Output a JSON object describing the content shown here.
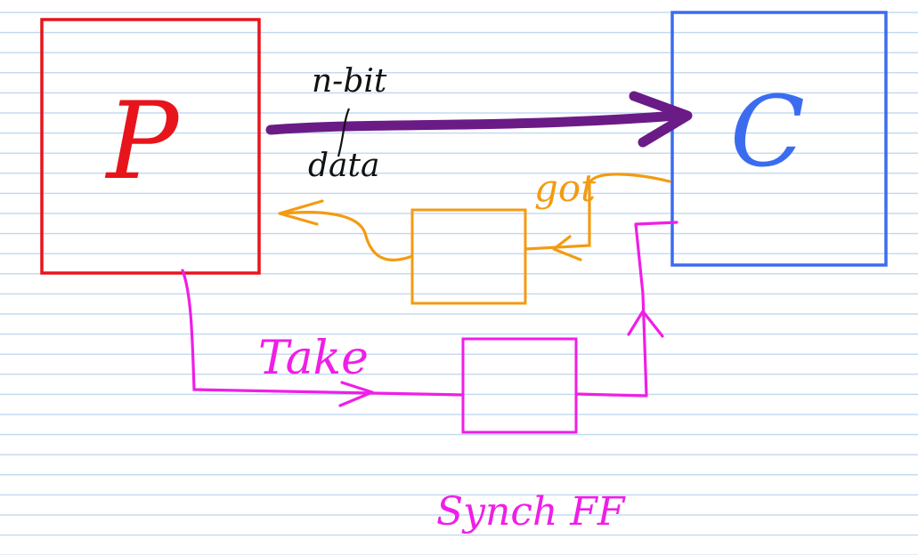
{
  "colors": {
    "ruled_line": "#b9d3ec",
    "producer": "#e8141b",
    "consumer": "#3b6cf0",
    "data_bus": "#6b1b86",
    "ack": "#f39b12",
    "req": "#f01ee6",
    "annotation": "#111111"
  },
  "labels": {
    "producer": "P",
    "consumer": "C",
    "data_top": "n-bit",
    "data_bottom": "data",
    "ack_signal": "got",
    "req_signal": "Take",
    "sync_ff": "Synch FF"
  }
}
